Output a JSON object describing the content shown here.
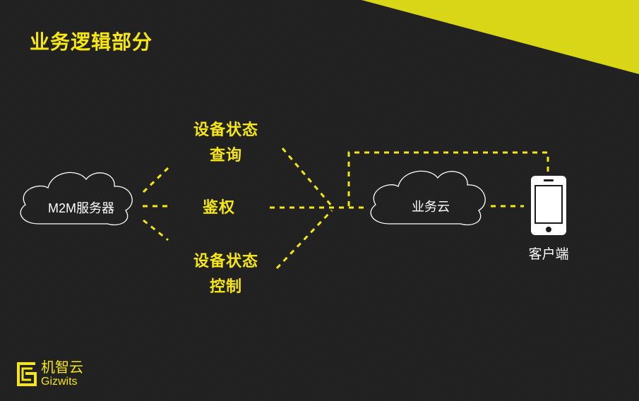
{
  "slide": {
    "title": "业务逻辑部分"
  },
  "diagram": {
    "m2m_server": "M2M服务器",
    "device_status_query": [
      "设备状态",
      "查询"
    ],
    "auth": "鉴权",
    "device_status_control": [
      "设备状态",
      "控制"
    ],
    "business_cloud": "业务云",
    "client": "客户端"
  },
  "logo": {
    "cn": "机智云",
    "en": "Gizwits"
  },
  "colors": {
    "accent": "#f5e614",
    "background": "#1f1f1f",
    "text_light": "#ffffff"
  }
}
